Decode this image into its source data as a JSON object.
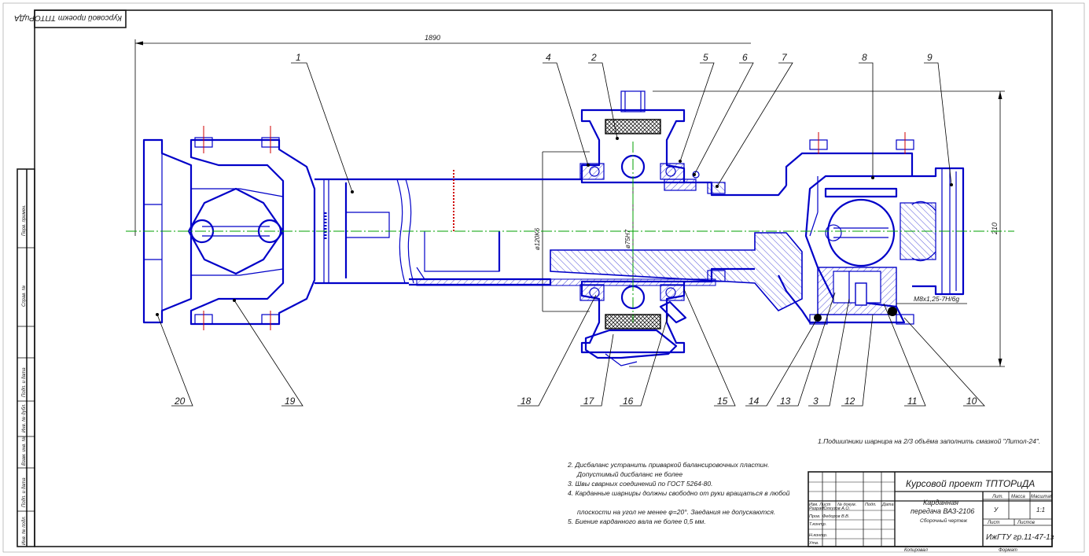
{
  "top_stamp": "Курсовой проект ТПТОРиДА",
  "dimensions": {
    "overall_length": "1890",
    "height": "210",
    "diam_left": "ø120K6",
    "diam_center": "ø75H7",
    "thread": "M8x1,25-7H/6g"
  },
  "callouts": [
    "1",
    "2",
    "3",
    "4",
    "5",
    "6",
    "7",
    "8",
    "9",
    "10",
    "11",
    "12",
    "13",
    "14",
    "15",
    "16",
    "17",
    "18",
    "19",
    "20"
  ],
  "notes": {
    "note1": "1.Подшипники шарнира на 2/3 объёма заполнить смазкой \"Литол-24\".",
    "note2a": "2. Дисбаланс устранить приваркой балансировочных пластин.",
    "note2b": "Допустимый дисбаланс не более",
    "note3": "3. Швы сварных соединений по ГОСТ 5264-80.",
    "note4a": "4. Карданные шарниры должны свободно от руки вращаться в любой",
    "note4b": "плоскости на угол не менее φ=20°. Заедания не допускаются.",
    "note5": "5. Биение карданного вала не более 0,5 мм."
  },
  "title_block": {
    "project": "Курсовой проект ТПТОРиДА",
    "drawing_name_1": "Карданная",
    "drawing_name_2": "передача ВАЗ-2106",
    "drawing_type": "Сборочный чертеж",
    "col_lit": "Лит.",
    "col_mass": "Масса",
    "col_scale": "Масштаб",
    "lit_value": "У",
    "scale_value": "1:1",
    "sheet_label": "Лист",
    "sheets_label": "Листов",
    "code": "ИжГТУ гр.11-47-1з",
    "rows": [
      {
        "role": "Изм. Лист",
        "name": "№ докум.",
        "sign": "Подп.",
        "date": "Дата"
      },
      {
        "role": "Разраб.",
        "name": "Юлгузов А.О.",
        "sign": "",
        "date": ""
      },
      {
        "role": "Пров.",
        "name": "Федоров В.В.",
        "sign": "",
        "date": ""
      },
      {
        "role": "Т.контр.",
        "name": "",
        "sign": "",
        "date": ""
      },
      {
        "role": "",
        "name": "",
        "sign": "",
        "date": ""
      },
      {
        "role": "Н.контр.",
        "name": "",
        "sign": "",
        "date": ""
      },
      {
        "role": "Утв.",
        "name": "",
        "sign": "",
        "date": ""
      }
    ],
    "copied": "Копировал",
    "format": "Формат"
  },
  "side_strip": [
    "Перв. примен.",
    "Справ. №",
    "Подп. и дата",
    "Инв. № дубл.",
    "Взам. инв. №",
    "Подп. и дата",
    "Инв. № подл."
  ],
  "colors": {
    "outline": "#0000c8",
    "axis": "#00a000",
    "center_mark": "#d00000",
    "frame": "#1a1a1a"
  }
}
